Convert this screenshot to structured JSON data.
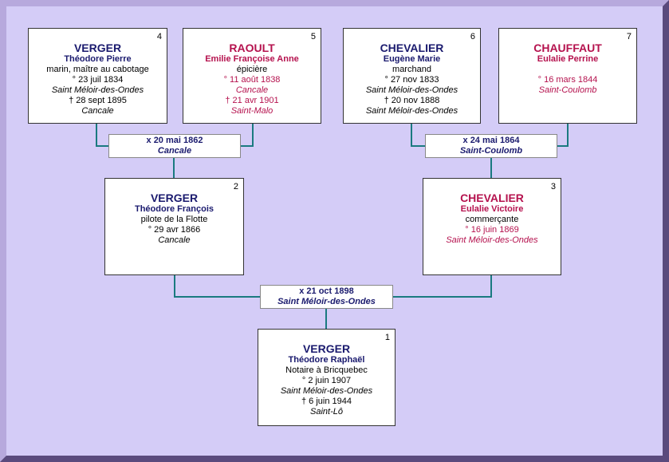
{
  "colors": {
    "male": "#1a1a6e",
    "female": "#b5124e",
    "line": "#1a7a80",
    "background": "#d4ccf7"
  },
  "persons": {
    "p1": {
      "num": "1",
      "surname": "VERGER",
      "given": "Théodore Raphaël",
      "occupation": "Notaire à Bricquebec",
      "birth": "° 2 juin 1907",
      "birth_place": "Saint Méloir-des-Ondes",
      "death": "† 6 juin 1944",
      "death_place": "Saint-Lô"
    },
    "p2": {
      "num": "2",
      "surname": "VERGER",
      "given": "Théodore François",
      "occupation": "pilote de la Flotte",
      "birth": "° 29 avr 1866",
      "birth_place": "Cancale"
    },
    "p3": {
      "num": "3",
      "surname": "CHEVALIER",
      "given": "Eulalie Victoire",
      "occupation": "commerçante",
      "birth": "° 16 juin 1869",
      "birth_place": "Saint Méloir-des-Ondes"
    },
    "p4": {
      "num": "4",
      "surname": "VERGER",
      "given": "Théodore Pierre",
      "occupation": "marin, maître au cabotage",
      "birth": "° 23 juil 1834",
      "birth_place": "Saint Méloir-des-Ondes",
      "death": "† 28 sept 1895",
      "death_place": "Cancale"
    },
    "p5": {
      "num": "5",
      "surname": "RAOULT",
      "given": "Emilie Françoise Anne",
      "occupation": "épicière",
      "birth": "° 11 août 1838",
      "birth_place": "Cancale",
      "death": "† 21 avr 1901",
      "death_place": "Saint-Malo"
    },
    "p6": {
      "num": "6",
      "surname": "CHEVALIER",
      "given": "Eugène Marie",
      "occupation": "marchand",
      "birth": "° 27 nov 1833",
      "birth_place": "Saint Méloir-des-Ondes",
      "death": "† 20 nov 1888",
      "death_place": "Saint Méloir-des-Ondes"
    },
    "p7": {
      "num": "7",
      "surname": "CHAUFFAUT",
      "given": "Eulalie Perrine",
      "birth": "° 16 mars 1844",
      "birth_place": "Saint-Coulomb"
    }
  },
  "marriages": {
    "m45": {
      "date": "x 20 mai 1862",
      "place": "Cancale"
    },
    "m67": {
      "date": "x 24 mai 1864",
      "place": "Saint-Coulomb"
    },
    "m23": {
      "date": "x 21 oct 1898",
      "place": "Saint Méloir-des-Ondes"
    }
  }
}
